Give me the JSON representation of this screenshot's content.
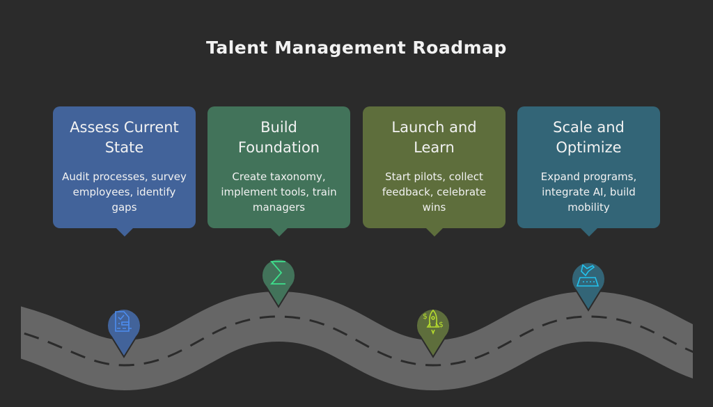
{
  "title": "Talent Management Roadmap",
  "steps": [
    {
      "heading": "Assess Current State",
      "body": "Audit processes, survey employees, identify gaps",
      "color": "#42639a",
      "icon": "document-checklist-icon",
      "icon_color": "#4d8df0"
    },
    {
      "heading": "Build Foundation",
      "body": "Create taxonomy, implement tools, train managers",
      "color": "#42735a",
      "icon": "sigma-icon",
      "icon_color": "#3ee08c"
    },
    {
      "heading": "Launch and Learn",
      "body": "Start pilots, collect feedback, celebrate wins",
      "color": "#5e6e3c",
      "icon": "rocket-dollar-icon",
      "icon_color": "#b6dc2e"
    },
    {
      "heading": "Scale and Optimize",
      "body": "Expand programs, integrate AI, build mobility",
      "color": "#336577",
      "icon": "airplane-landing-icon",
      "icon_color": "#22c4f0"
    }
  ]
}
